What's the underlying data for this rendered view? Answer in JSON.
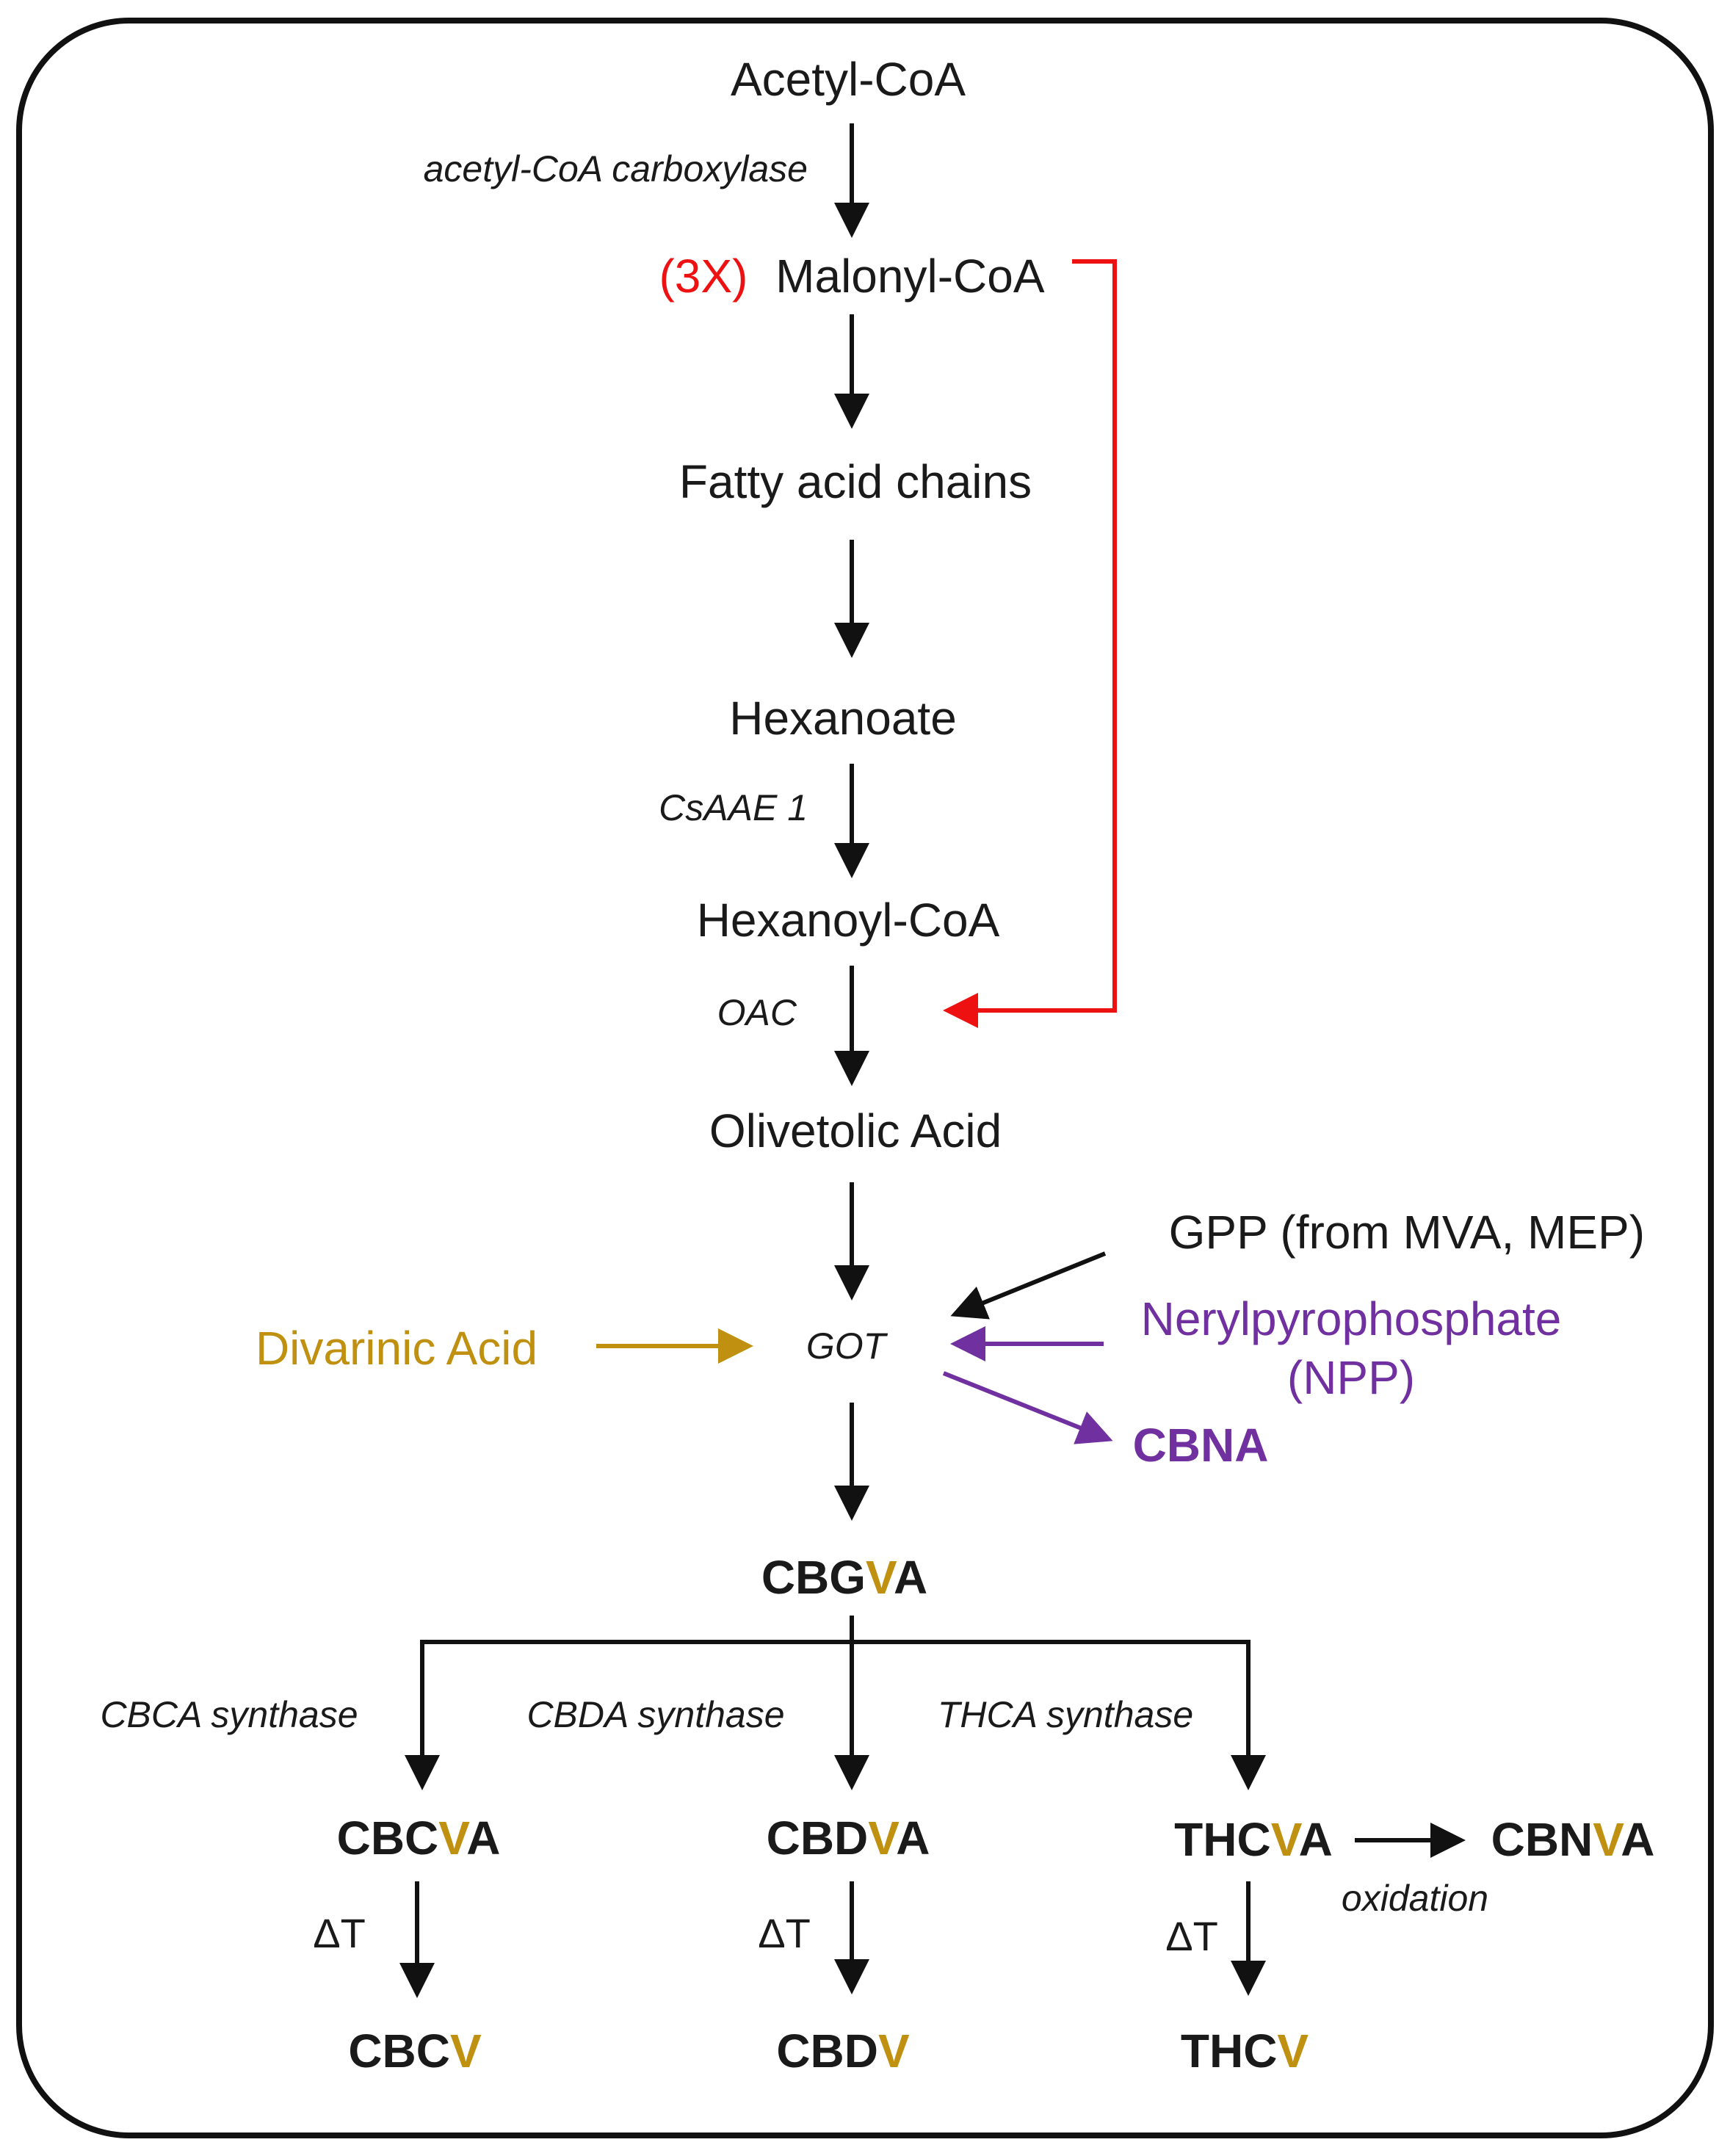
{
  "colors": {
    "black": "#111111",
    "red": "#ee1111",
    "gold": "#c09010",
    "purple": "#7030a0"
  },
  "nodes": {
    "acetyl_coa": "Acetyl-CoA",
    "malonyl_prefix": "(3X)",
    "malonyl_coa": "Malonyl-CoA",
    "fatty_acid_chains": "Fatty acid chains",
    "hexanoate": "Hexanoate",
    "hexanoyl_coa": "Hexanoyl-CoA",
    "olivetolic_acid": "Olivetolic Acid",
    "gpp": "GPP (from MVA, MEP)",
    "nerylpyrophosphate_line1": "Nerylpyrophosphate",
    "nerylpyrophosphate_line2": "(NPP)",
    "divarinic_acid": "Divarinic Acid",
    "cbna": "CBNA",
    "cbgva": {
      "stem": "CBG",
      "v": "V",
      "tail": "A"
    },
    "cbcva": {
      "stem": "CBC",
      "v": "V",
      "tail": "A"
    },
    "cbdva": {
      "stem": "CBD",
      "v": "V",
      "tail": "A"
    },
    "thcva": {
      "stem": "THC",
      "v": "V",
      "tail": "A"
    },
    "cbnva": {
      "stem": "CBN",
      "v": "V",
      "tail": "A"
    },
    "cbcv": {
      "stem": "CBC",
      "v": "V"
    },
    "cbdv": {
      "stem": "CBD",
      "v": "V"
    },
    "thcv": {
      "stem": "THC",
      "v": "V"
    }
  },
  "enzymes": {
    "acetyl_coa_carboxylase": "acetyl-CoA  carboxylase",
    "csaae1": "CsAAE 1",
    "oac": "OAC",
    "got": "GOT",
    "cbca_synthase": "CBCA  synthase",
    "cbda_synthase": "CBDA  synthase",
    "thca_synthase": "THCA  synthase",
    "oxidation": "oxidation"
  },
  "conditions": {
    "heat_cbc": "ΔT",
    "heat_cbd": "ΔT",
    "heat_thc": "ΔT"
  }
}
